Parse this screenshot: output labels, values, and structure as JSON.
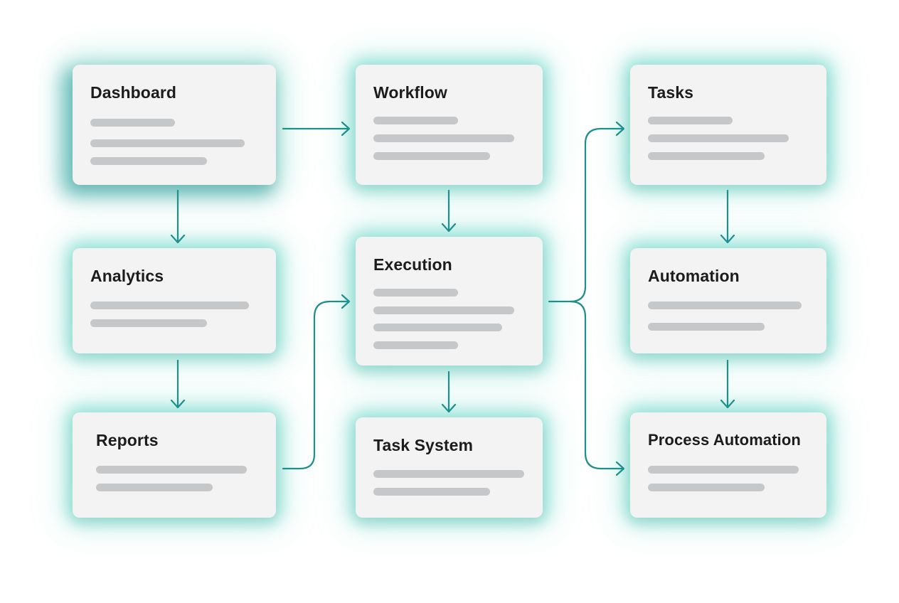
{
  "colors": {
    "connector": "#1e8f8c",
    "glow": "#3fcfb4",
    "card_background": "#f3f3f3",
    "placeholder_line": "#c6c7c9",
    "title_text": "#1c1c1c"
  },
  "cards": {
    "dashboard": {
      "title": "Dashboard"
    },
    "analytics": {
      "title": "Analytics"
    },
    "reports": {
      "title": "Reports"
    },
    "workflow": {
      "title": "Workflow"
    },
    "execution": {
      "title": "Execution"
    },
    "task_system": {
      "title": "Task System"
    },
    "tasks": {
      "title": "Tasks"
    },
    "automation": {
      "title": "Automation"
    },
    "process_automation": {
      "title": "Process Automation"
    }
  },
  "connections": [
    {
      "from": "Dashboard",
      "to": "Workflow"
    },
    {
      "from": "Dashboard",
      "to": "Analytics"
    },
    {
      "from": "Analytics",
      "to": "Reports"
    },
    {
      "from": "Reports",
      "to": "Execution"
    },
    {
      "from": "Workflow",
      "to": "Execution"
    },
    {
      "from": "Execution",
      "to": "Task System"
    },
    {
      "from": "Execution",
      "to": "Tasks"
    },
    {
      "from": "Execution",
      "to": "Process Automation"
    },
    {
      "from": "Tasks",
      "to": "Automation"
    },
    {
      "from": "Automation",
      "to": "Process Automation"
    }
  ]
}
